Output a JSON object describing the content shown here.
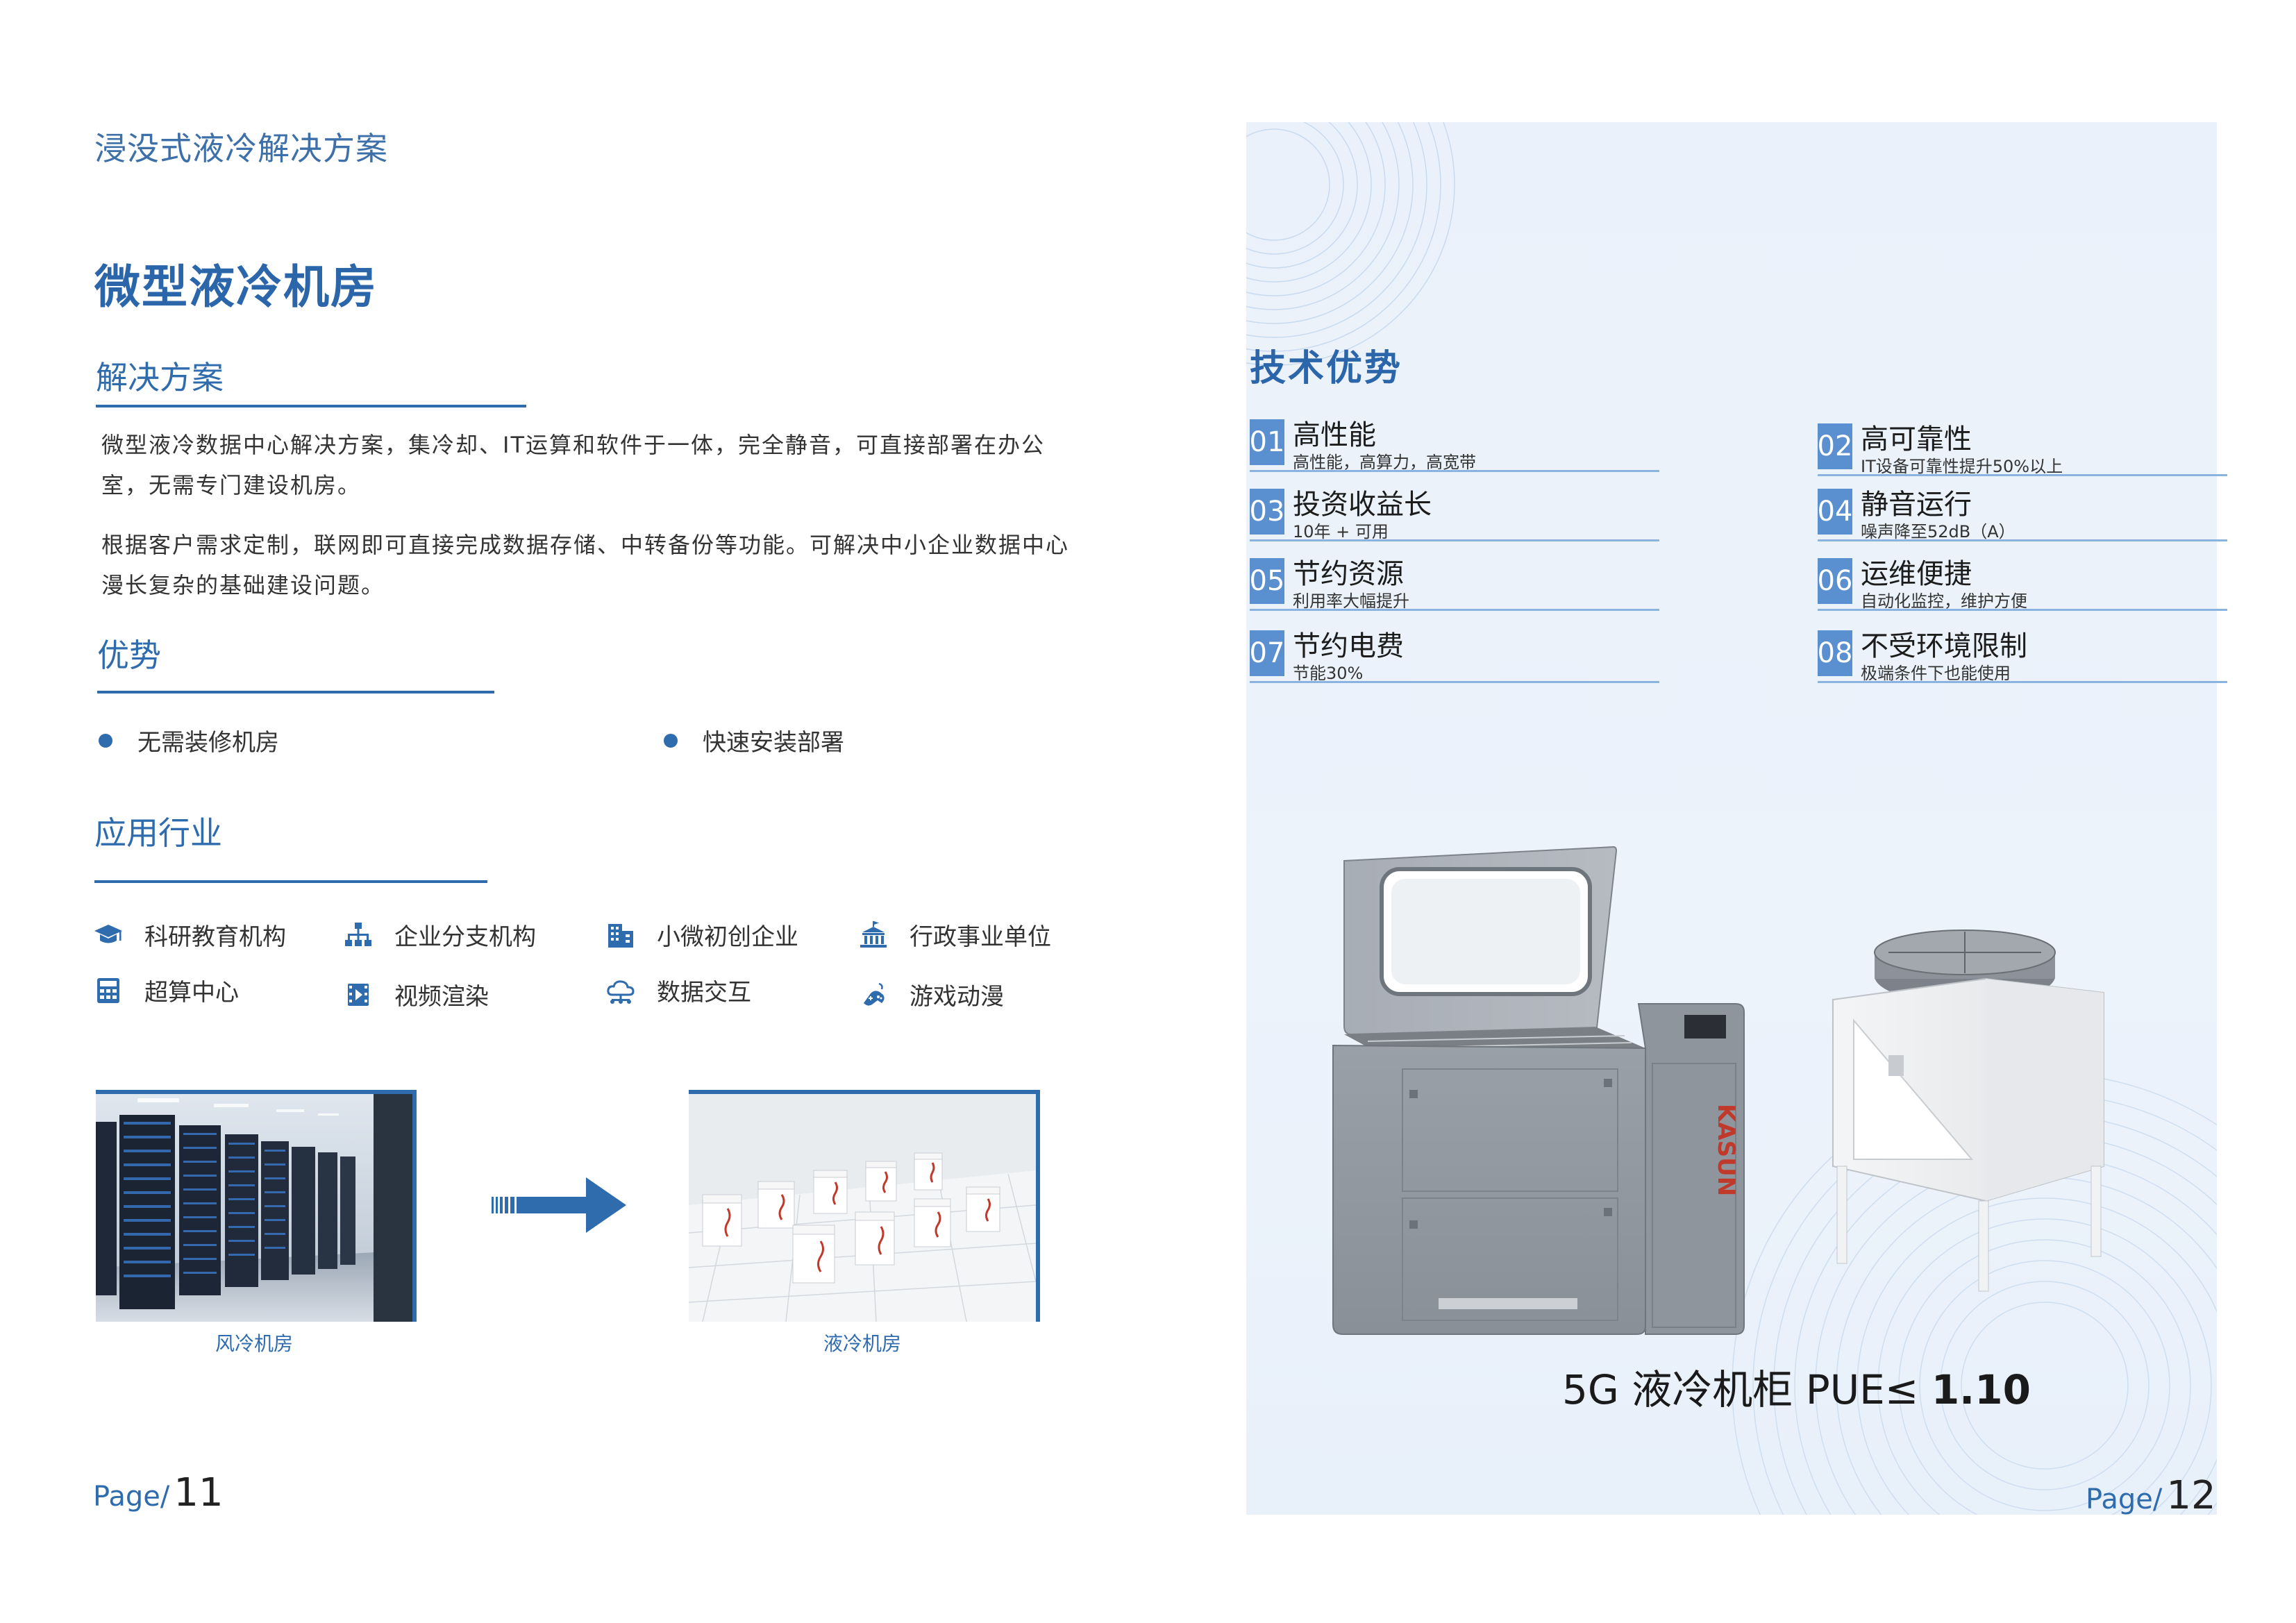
{
  "left_page": {
    "category": "浸没式液冷解决方案",
    "title": "微型液冷机房",
    "solution": {
      "heading": "解决方案",
      "paragraphs": [
        "微型液冷数据中心解决方案，集冷却、IT运算和软件于一体，完全静音，可直接部署在办公室，无需专门建设机房。",
        "根据客户需求定制，联网即可直接完成数据存储、中转备份等功能。可解决中小企业数据中心漫长复杂的基础建设问题。"
      ]
    },
    "advantages": {
      "heading": "优势",
      "items": [
        "无需装修机房",
        "快速安装部署"
      ]
    },
    "industries": {
      "heading": "应用行业",
      "items": [
        {
          "label": "科研教育机构",
          "icon": "graduation-cap-icon"
        },
        {
          "label": "企业分支机构",
          "icon": "org-chart-icon"
        },
        {
          "label": "小微初创企业",
          "icon": "building-icon"
        },
        {
          "label": "行政事业单位",
          "icon": "government-icon"
        },
        {
          "label": "超算中心",
          "icon": "calculator-icon"
        },
        {
          "label": "视频渲染",
          "icon": "video-icon"
        },
        {
          "label": "数据交互",
          "icon": "cloud-network-icon"
        },
        {
          "label": "游戏动漫",
          "icon": "gamepad-icon"
        }
      ]
    },
    "photos": {
      "air_cooled_caption": "风冷机房",
      "liquid_cooled_caption": "液冷机房"
    },
    "page": {
      "label": "Page",
      "slash": "/",
      "number": "11"
    }
  },
  "right_page": {
    "heading": "技术优势",
    "advantages": [
      {
        "num": "01",
        "title": "高性能",
        "sub": "高性能，高算力，高宽带"
      },
      {
        "num": "02",
        "title": "高可靠性",
        "sub": "IT设备可靠性提升50%以上"
      },
      {
        "num": "03",
        "title": "投资收益长",
        "sub": "10年 + 可用"
      },
      {
        "num": "04",
        "title": "静音运行",
        "sub": "噪声降至52dB（A）"
      },
      {
        "num": "05",
        "title": "节约资源",
        "sub": "利用率大幅提升"
      },
      {
        "num": "06",
        "title": "运维便捷",
        "sub": "自动化监控，维护方便"
      },
      {
        "num": "07",
        "title": "节约电费",
        "sub": "节能30%"
      },
      {
        "num": "08",
        "title": "不受环境限制",
        "sub": "极端条件下也能使用"
      }
    ],
    "product": {
      "brand": "KASUN",
      "caption_prefix": "5G 液冷机柜 PUE≤ ",
      "caption_value": "1.10"
    },
    "page": {
      "label": "Page",
      "slash": "/",
      "number": "12"
    }
  },
  "colors": {
    "accent": "#2f6cae",
    "panel_bg": "#eaf1fa",
    "numbox": "#5a8fd0"
  }
}
